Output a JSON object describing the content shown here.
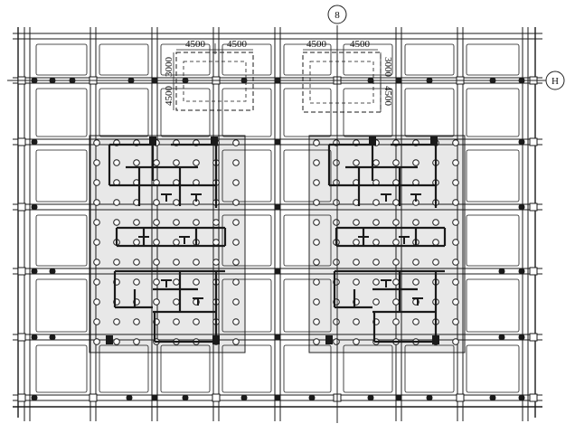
{
  "drawing": {
    "grid_label_vertical": "8",
    "grid_label_horizontal": "H",
    "dims_left": [
      "4500",
      "4500",
      "3000",
      "4500"
    ],
    "dims_right": [
      "4500",
      "4500",
      "3000",
      "4500"
    ]
  },
  "colors": {
    "ink": "#1a1a1a",
    "shade": "#e6e6e6",
    "paper": "#ffffff"
  }
}
